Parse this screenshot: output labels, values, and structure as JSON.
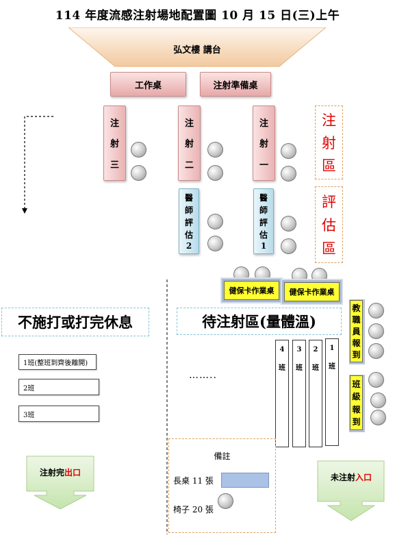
{
  "title": "114 年度流感注射場地配置圖 10 月 15 日(三)上午",
  "stage": {
    "label": "弘文樓 講台"
  },
  "tables": {
    "work": "工作桌",
    "prep": "注射準備桌"
  },
  "injection_columns": [
    {
      "chars": [
        "注",
        "射",
        "三"
      ]
    },
    {
      "chars": [
        "注",
        "射",
        "二"
      ]
    },
    {
      "chars": [
        "注",
        "射",
        "一"
      ]
    }
  ],
  "doctor_columns": [
    {
      "chars": [
        "醫",
        "師",
        "評",
        "估",
        "2"
      ]
    },
    {
      "chars": [
        "醫",
        "師",
        "評",
        "估",
        "1"
      ]
    }
  ],
  "zones": {
    "injection_area": [
      "注",
      "射",
      "區"
    ],
    "assessment_area": [
      "評",
      "估",
      "區"
    ]
  },
  "health_card_desks": [
    "健保卡作業桌",
    "健保卡作業桌"
  ],
  "report_columns": [
    {
      "chars": [
        "教",
        "職",
        "員",
        "報",
        "到"
      ]
    },
    {
      "chars": [
        "班",
        "級",
        "報",
        "到"
      ]
    }
  ],
  "rest_area": {
    "title": "不施打或打完休息",
    "classes": [
      "1班(整班到齊後離開)",
      "2班",
      "3班"
    ]
  },
  "waiting_area": {
    "title": "待注射區(量體溫)",
    "ellipsis": "……..",
    "lanes": [
      {
        "num": "4",
        "label": "班"
      },
      {
        "num": "3",
        "label": "班"
      },
      {
        "num": "2",
        "label": "班"
      },
      {
        "num": "1",
        "label": "班"
      }
    ]
  },
  "exit": {
    "prefix": "注射完",
    "highlight": "出口"
  },
  "entrance": {
    "prefix": "未注射",
    "highlight": "入口"
  },
  "notes": {
    "heading": "備註",
    "long_table": "長桌 11 張",
    "chairs": "椅子 20 張"
  },
  "colors": {
    "stage_top": "#fdf6ee",
    "stage_bottom": "#f2c99f",
    "pink": "#eab3b3",
    "blue": "#b7dcea",
    "yellow": "#ffff33",
    "red_text": "#e00000",
    "green_arrow": "#cbe7b6",
    "note_table": "#aac2e6"
  }
}
